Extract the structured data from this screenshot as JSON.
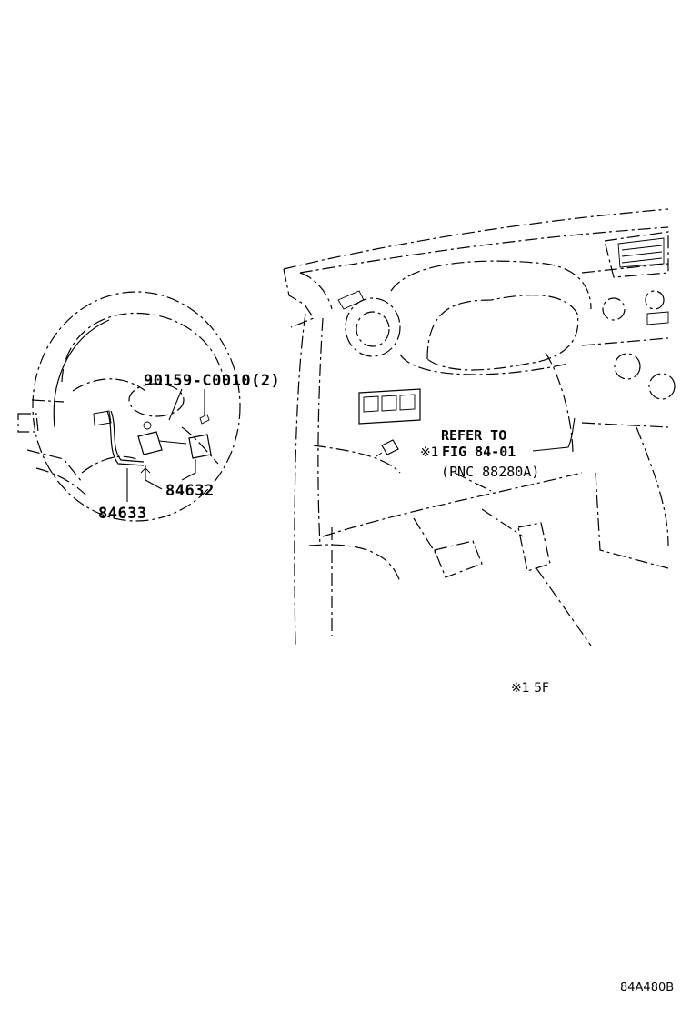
{
  "parts": {
    "bolt": "90159-C0010(2)",
    "switch": "84632",
    "wire": "84633"
  },
  "reference": {
    "line1": "REFER TO",
    "mark": "※1",
    "line2": "FIG 84-01",
    "line3": "(PNC 88280A)"
  },
  "footnote": "※1  5F",
  "diagram_code": "84A480B"
}
